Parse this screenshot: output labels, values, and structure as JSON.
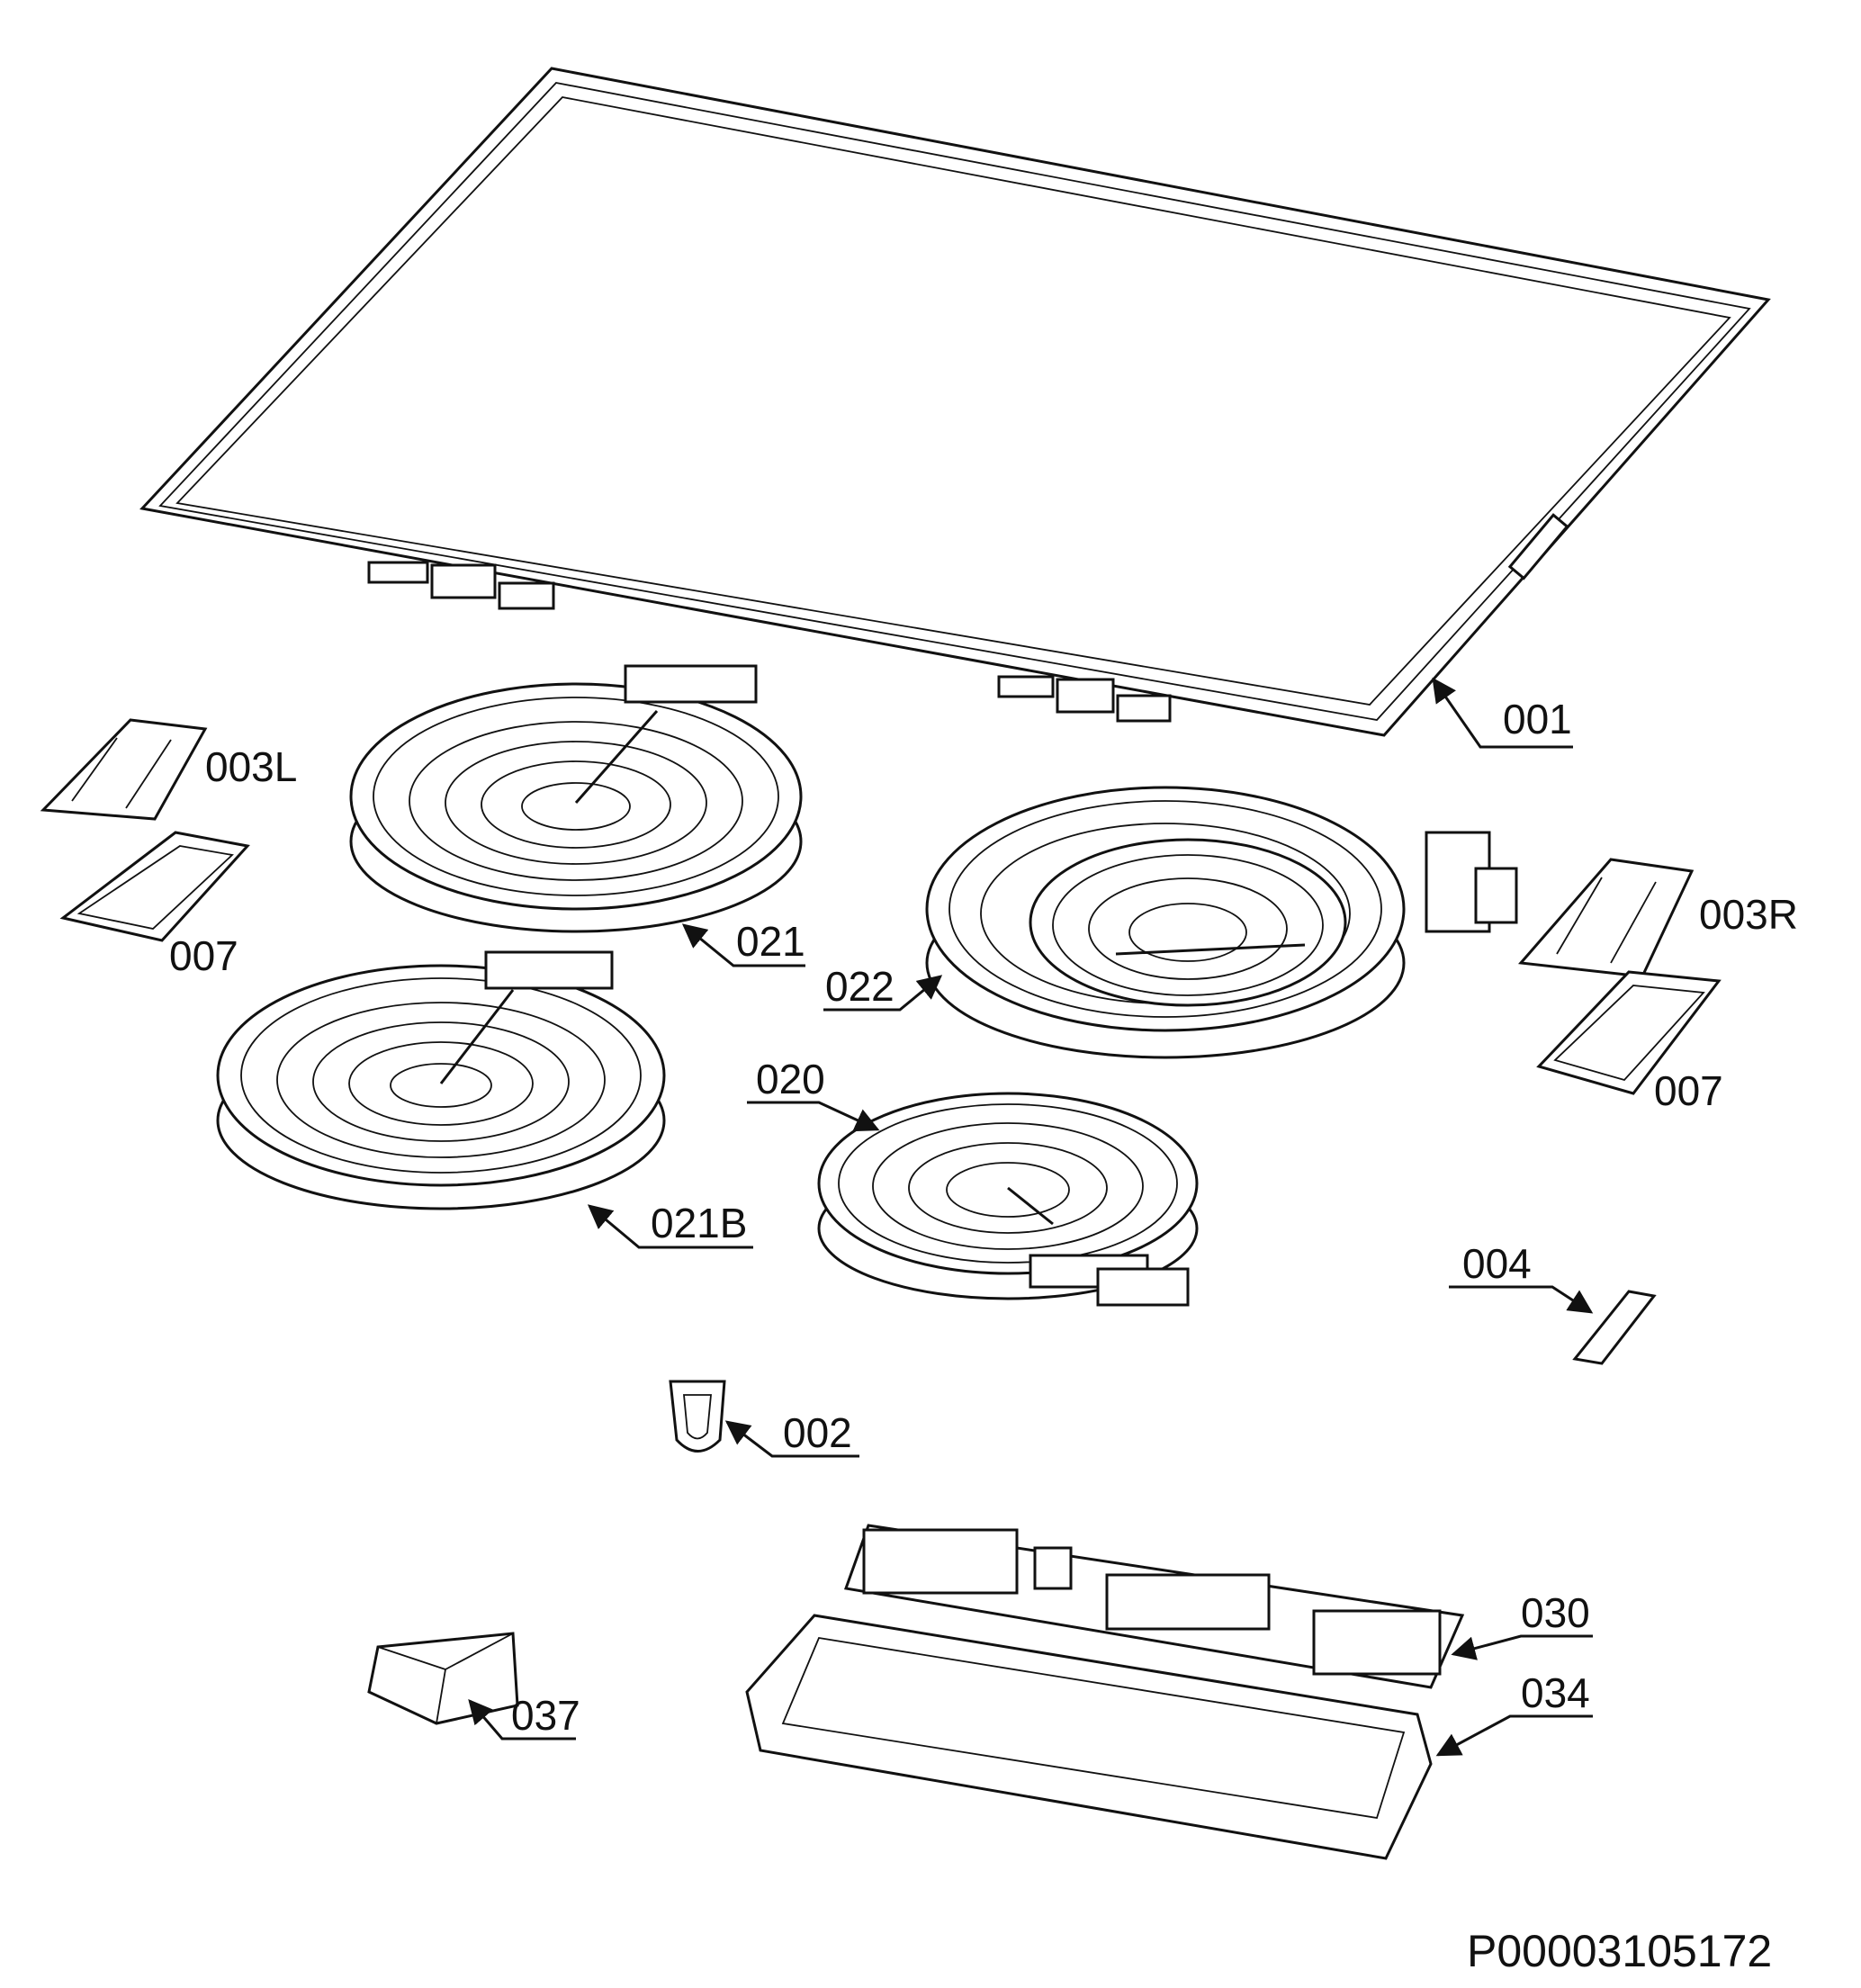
{
  "diagram": {
    "code": "P00003105172",
    "labels": {
      "p001": "001",
      "p003l": "003L",
      "p003r": "003R",
      "p007l": "007",
      "p007r": "007",
      "p021": "021",
      "p022": "022",
      "p020": "020",
      "p021b": "021B",
      "p004": "004",
      "p002": "002",
      "p030": "030",
      "p034": "034",
      "p037": "037"
    }
  }
}
